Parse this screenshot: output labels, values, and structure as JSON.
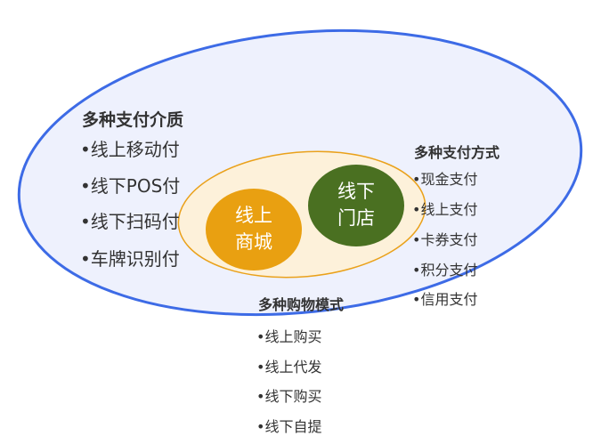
{
  "colors": {
    "outer_stroke": "#3d6be6",
    "outer_fill": "#eef1fd",
    "inner_stroke": "#eaa11a",
    "inner_fill": "#fdf1da",
    "online": "#e9a011",
    "offline": "#4a7021"
  },
  "media": {
    "title": "多种支付介质",
    "items": [
      "•线上移动付",
      "•线下POS付",
      "•线下扫码付",
      "•车牌识别付"
    ]
  },
  "methods": {
    "title": "多种支付方式",
    "items": [
      "•现金支付",
      "•线上支付",
      "•卡券支付",
      "•积分支付",
      "•信用支付"
    ]
  },
  "modes": {
    "title": "多种购物模式",
    "items": [
      "•线上购买",
      "•线上代发",
      "•线下购买",
      "•线下自提"
    ]
  },
  "online": {
    "line1": "线上",
    "line2": "商城"
  },
  "offline": {
    "line1": "线下",
    "line2": "门店"
  }
}
